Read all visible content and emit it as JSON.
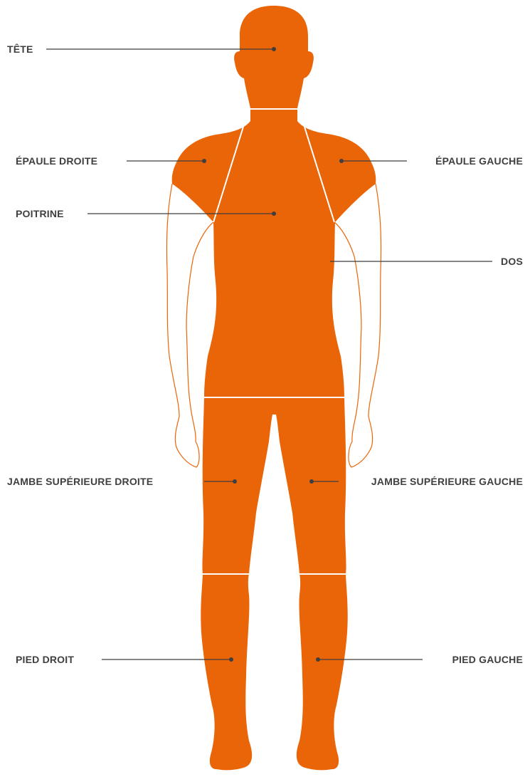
{
  "colors": {
    "body": "#EA6508",
    "outline": "#EA6508",
    "seam": "#ffffff",
    "leader": "#3f3f3f",
    "label": "#3f3f3f",
    "background": "#ffffff"
  },
  "labels": {
    "head": "TÊTE",
    "right_shoulder": "ÉPAULE DROITE",
    "left_shoulder": "ÉPAULE GAUCHE",
    "chest": "POITRINE",
    "back": "DOS",
    "right_upper_leg": "JAMBE SUPÉRIEURE DROITE",
    "left_upper_leg": "JAMBE SUPÉRIEURE GAUCHE",
    "right_foot": "PIED DROIT",
    "left_foot": "PIED GAUCHE"
  }
}
